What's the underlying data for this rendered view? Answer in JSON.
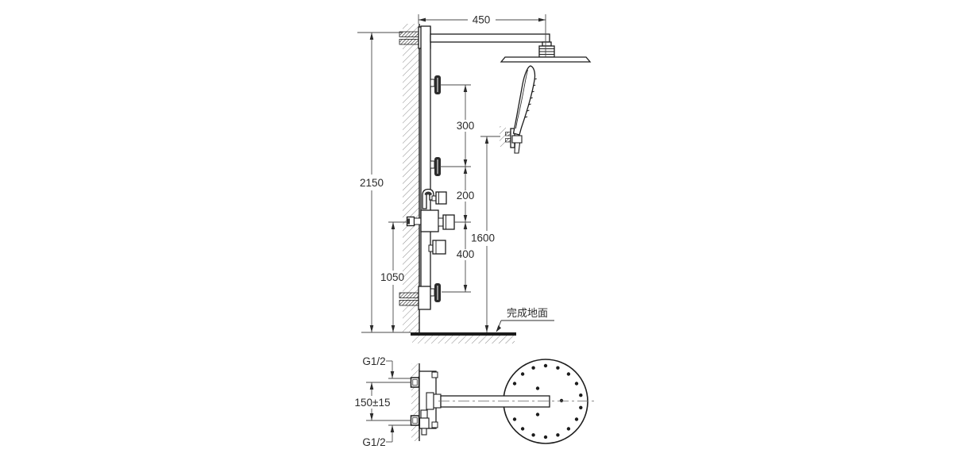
{
  "colors": {
    "background": "#ffffff",
    "object_line": "#1c1c1c",
    "dimension_line": "#4a4a4a",
    "text": "#2b2b2b"
  },
  "elevation": {
    "dims": {
      "arm_reach": "450",
      "total_height": "2150",
      "bracket_spacing": "300",
      "bracket_to_valve": "200",
      "valve_to_holder": "400",
      "outlet_height": "1600",
      "valve_height": "1050"
    },
    "floor_label": "完成地面"
  },
  "plan": {
    "dims": {
      "top_thread": "G1/2",
      "inlet_spacing": "150±15",
      "bottom_thread": "G1/2"
    }
  }
}
